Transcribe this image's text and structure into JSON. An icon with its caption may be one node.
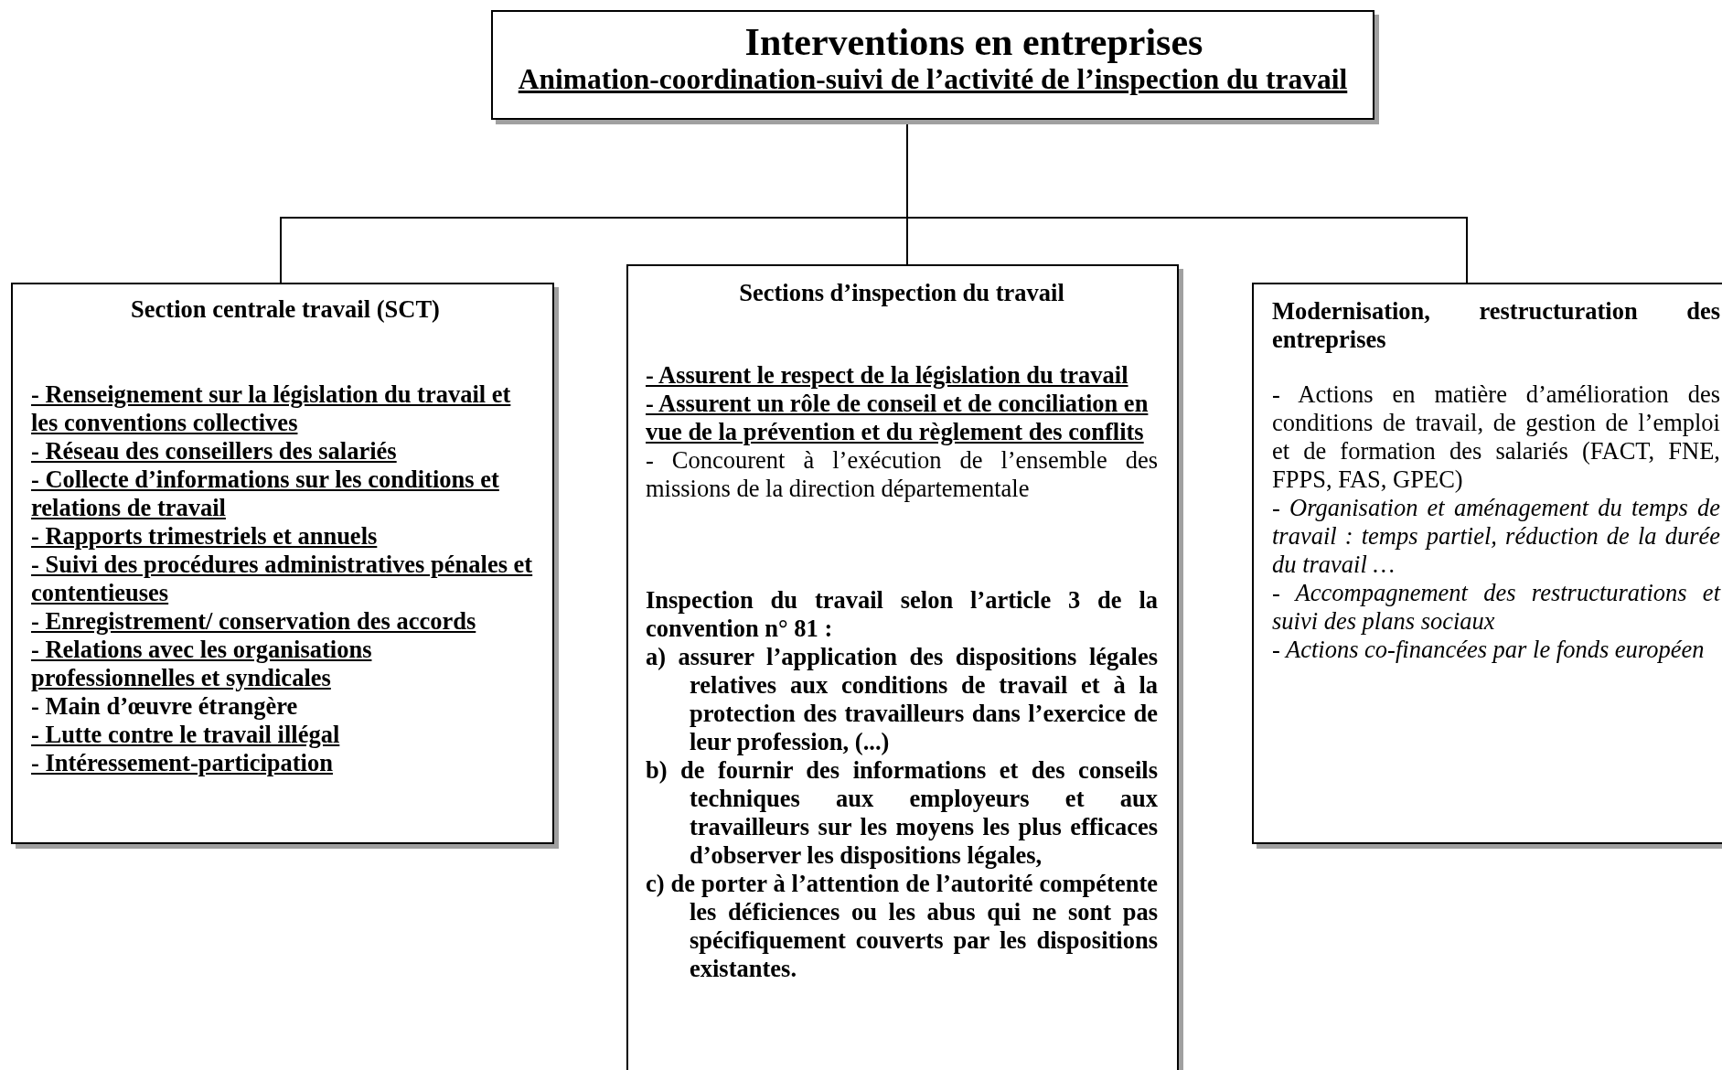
{
  "diagram": {
    "nodes": [
      {
        "text": [
          "Interventions en entreprises",
          "Animation-coordination-suivi de l’activité de l’inspection du travail"
        ]
      },
      {
        "text": [
          "Section centrale travail (SCT)",
          "- Renseignement sur la législation du travail et les conventions collectives",
          "- Réseau des conseillers des salariés",
          "- Collecte d’informations sur les conditions et relations de travail",
          "- Rapports trimestriels et annuels",
          "- Suivi des procédures administratives pénales et contentieuses",
          "- Enregistrement/ conservation des accords",
          "- Relations avec les organisations professionnelles et syndicales",
          "- Main d’œuvre étrangère",
          "- Lutte contre le travail illégal",
          "- Intéressement-participation"
        ]
      },
      {
        "text": [
          "Sections d’inspection du travail",
          "- Assurent le respect de la législation du travail",
          "- Assurent un rôle de conseil et de conciliation en vue de la prévention et du règlement des conflits",
          "- Concourent à l’exécution de l’ensemble des missions de la direction départementale",
          "Inspection du travail selon l’article 3 de la convention n° 81 :",
          "a) assurer l’application des dispositions légales relatives aux conditions de travail et à la protection des travailleurs dans l’exercice de leur profession, (...)",
          "b) de fournir des informations et des conseils techniques aux employeurs et aux travailleurs sur les moyens les plus efficaces d’observer les dispositions légales,",
          "c) de porter à l’attention de l’autorité compétente les déficiences ou les abus qui ne sont pas spécifiquement couverts par les dispositions existantes."
        ]
      },
      {
        "text": [
          "Modernisation, restructuration des entreprises",
          "- Actions en matière d’amélioration des conditions de travail, de gestion de l’emploi et de formation des salariés (FACT, FNE, FPPS, FAS, GPEC)",
          "- Organisation et aménagement du temps de travail : temps partiel, réduction de la durée du travail …",
          "- Accompagnement des restructurations et suivi des plans sociaux",
          "- Actions co-financées par le fonds européen"
        ]
      }
    ],
    "edges": [
      {
        "from": 0,
        "to": 1,
        "arrow": "none"
      },
      {
        "from": 0,
        "to": 2,
        "arrow": "none"
      },
      {
        "from": 0,
        "to": 3,
        "arrow": "none"
      }
    ]
  }
}
